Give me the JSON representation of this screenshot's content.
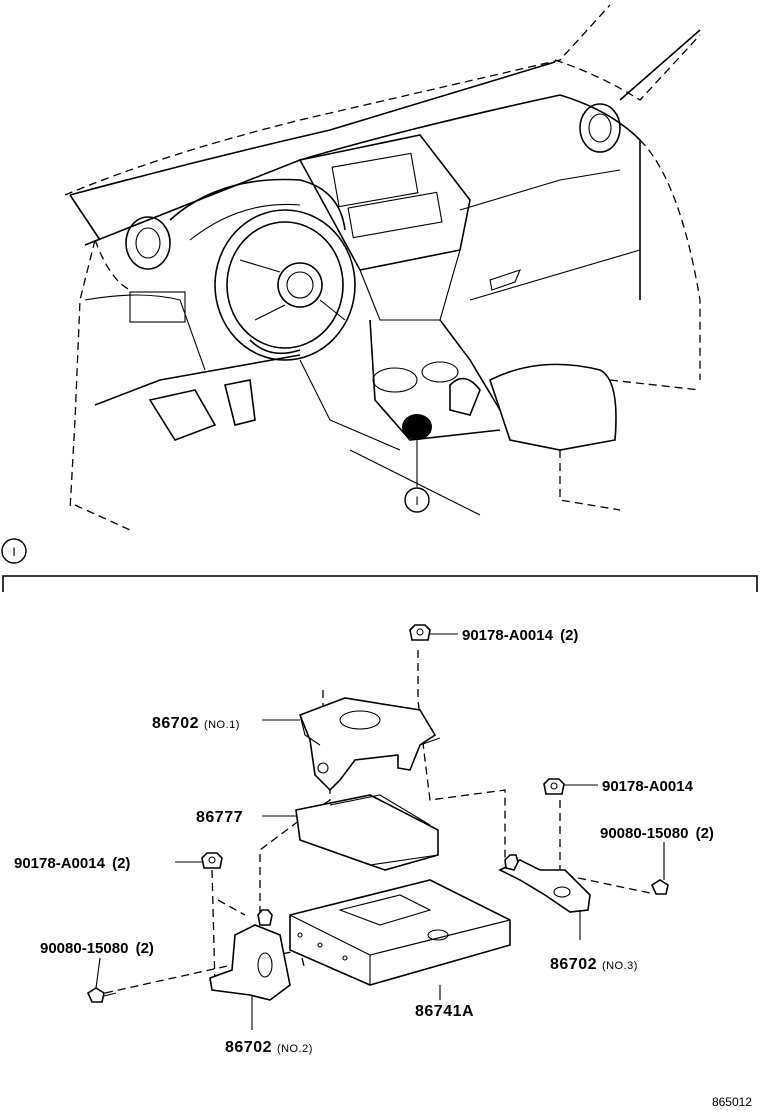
{
  "callout": {
    "marker": "I"
  },
  "section": {
    "marker": "I"
  },
  "parts": {
    "p1": {
      "number": "90178-A0014",
      "qty": "(2)"
    },
    "p2": {
      "number": "86702",
      "note": "(NO.1)"
    },
    "p3": {
      "number": "90178-A0014",
      "qty": ""
    },
    "p4": {
      "number": "86777",
      "qty": ""
    },
    "p5": {
      "number": "90080-15080",
      "qty": "(2)"
    },
    "p6": {
      "number": "90178-A0014",
      "qty": "(2)"
    },
    "p7": {
      "number": "90080-15080",
      "qty": "(2)"
    },
    "p8": {
      "number": "86702",
      "note": "(NO.3)"
    },
    "p9": {
      "number": "86741A",
      "qty": ""
    },
    "p10": {
      "number": "86702",
      "note": "(NO.2)"
    }
  },
  "figure_ref": "865012",
  "colors": {
    "line": "#000000",
    "background": "#ffffff"
  }
}
